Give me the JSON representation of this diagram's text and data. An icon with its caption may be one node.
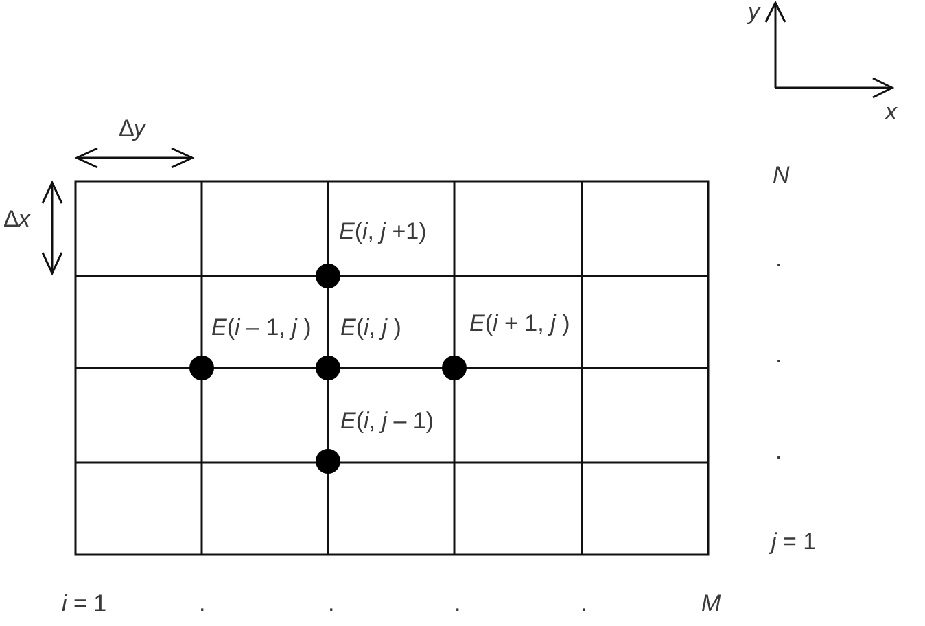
{
  "diagram": {
    "nodes": [
      {
        "text": [],
        "shape": "circle",
        "beside": [
          "*E*(*i*, *j* +1)"
        ]
      },
      {
        "text": [],
        "shape": "circle",
        "beside": [
          "*E*(*i* – 1, *j* )"
        ]
      },
      {
        "text": [],
        "shape": "circle",
        "beside": [
          "*E*(*i*, *j* )"
        ]
      },
      {
        "text": [],
        "shape": "circle",
        "beside": [
          "*E*(*i* + 1, *j* )"
        ]
      },
      {
        "text": [],
        "shape": "circle",
        "beside": [
          "*E*(*i*, *j* – 1)"
        ]
      }
    ],
    "labels": [
      "∆*y*",
      "y",
      "x",
      "∆*x*",
      "N",
      ".",
      ".",
      ".",
      "*j* = 1",
      "*i* = 1",
      ".",
      ".",
      ".",
      ".",
      "M"
    ]
  }
}
